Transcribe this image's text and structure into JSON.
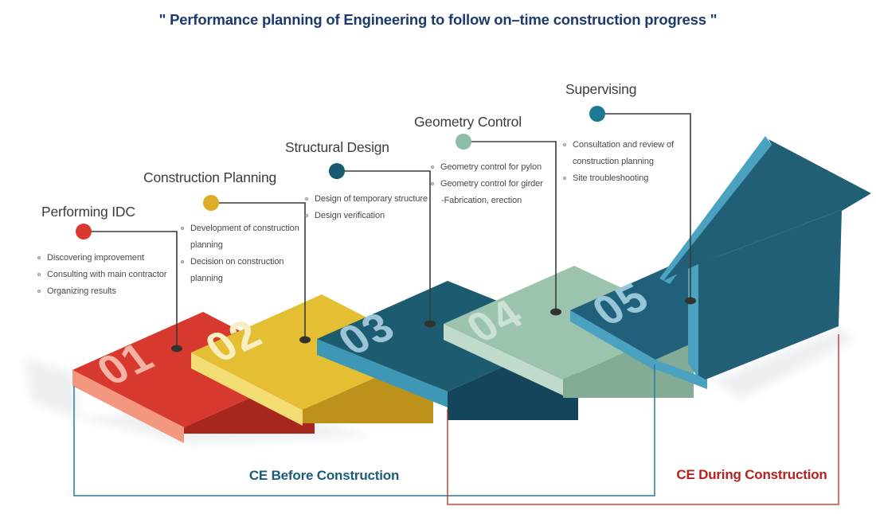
{
  "title": "\" Performance planning of Engineering to follow on–time construction progress \"",
  "steps": [
    {
      "number": "01",
      "label": "Performing IDC",
      "items": [
        {
          "text": "Discovering improvement"
        },
        {
          "text": "Consulting with main contractor"
        },
        {
          "text": "Organizing results"
        }
      ]
    },
    {
      "number": "02",
      "label": "Construction Planning",
      "items": [
        {
          "text": "Development of construction planning"
        },
        {
          "text": "Decision on construction planning"
        }
      ]
    },
    {
      "number": "03",
      "label": "Structural Design",
      "items": [
        {
          "text": "Design of temporary structure"
        },
        {
          "text": "Design verification"
        }
      ]
    },
    {
      "number": "04",
      "label": "Geometry Control",
      "items": [
        {
          "text": "Geometry control for pylon"
        },
        {
          "text": "Geometry control for girder",
          "cont": "-Fabrication, erection"
        }
      ]
    },
    {
      "number": "05",
      "label": "Supervising",
      "items": [
        {
          "text": "Consultation and review of construction planning"
        },
        {
          "text": "Site troubleshooting"
        }
      ]
    }
  ],
  "phases": [
    {
      "label": "CE Before Construction",
      "color": "#1c5c7b"
    },
    {
      "label": "CE During Construction",
      "color": "#b5211d"
    }
  ],
  "colors": {
    "title": "#1c3a6e",
    "connector": "#3b3b38",
    "connector_tip": "#32322f",
    "shadow": "#dfe3e6",
    "step1": {
      "top": "#d8392f",
      "edge": "#f4977f",
      "riser": "#a7271d",
      "numeral": "#f3b3a7",
      "dot": "#d8392f"
    },
    "step2": {
      "top": "#e5bf33",
      "edge": "#f4dc75",
      "riser": "#bd921b",
      "numeral": "#f7eec2",
      "dot": "#dcae27"
    },
    "step3": {
      "top": "#1d5b71",
      "edge": "#3e98b5",
      "riser": "#14455a",
      "numeral": "#9cc4d6",
      "dot": "#175a6e"
    },
    "step4": {
      "top": "#9cc3ae",
      "edge": "#c0dacb",
      "riser": "#84ab95",
      "numeral": "#cbe1d5",
      "dot": "#8cbda6"
    },
    "step5": {
      "top": "#20607a",
      "edge": "#4aa2c0",
      "riser": "#16455a",
      "numeral": "#98c6d9",
      "dot": "#1d7795"
    },
    "arrow": {
      "body": "#215f77",
      "edge": "#4aa2c0"
    },
    "bracket_before": "#2a7c99",
    "bracket_during": "#c9221e"
  }
}
